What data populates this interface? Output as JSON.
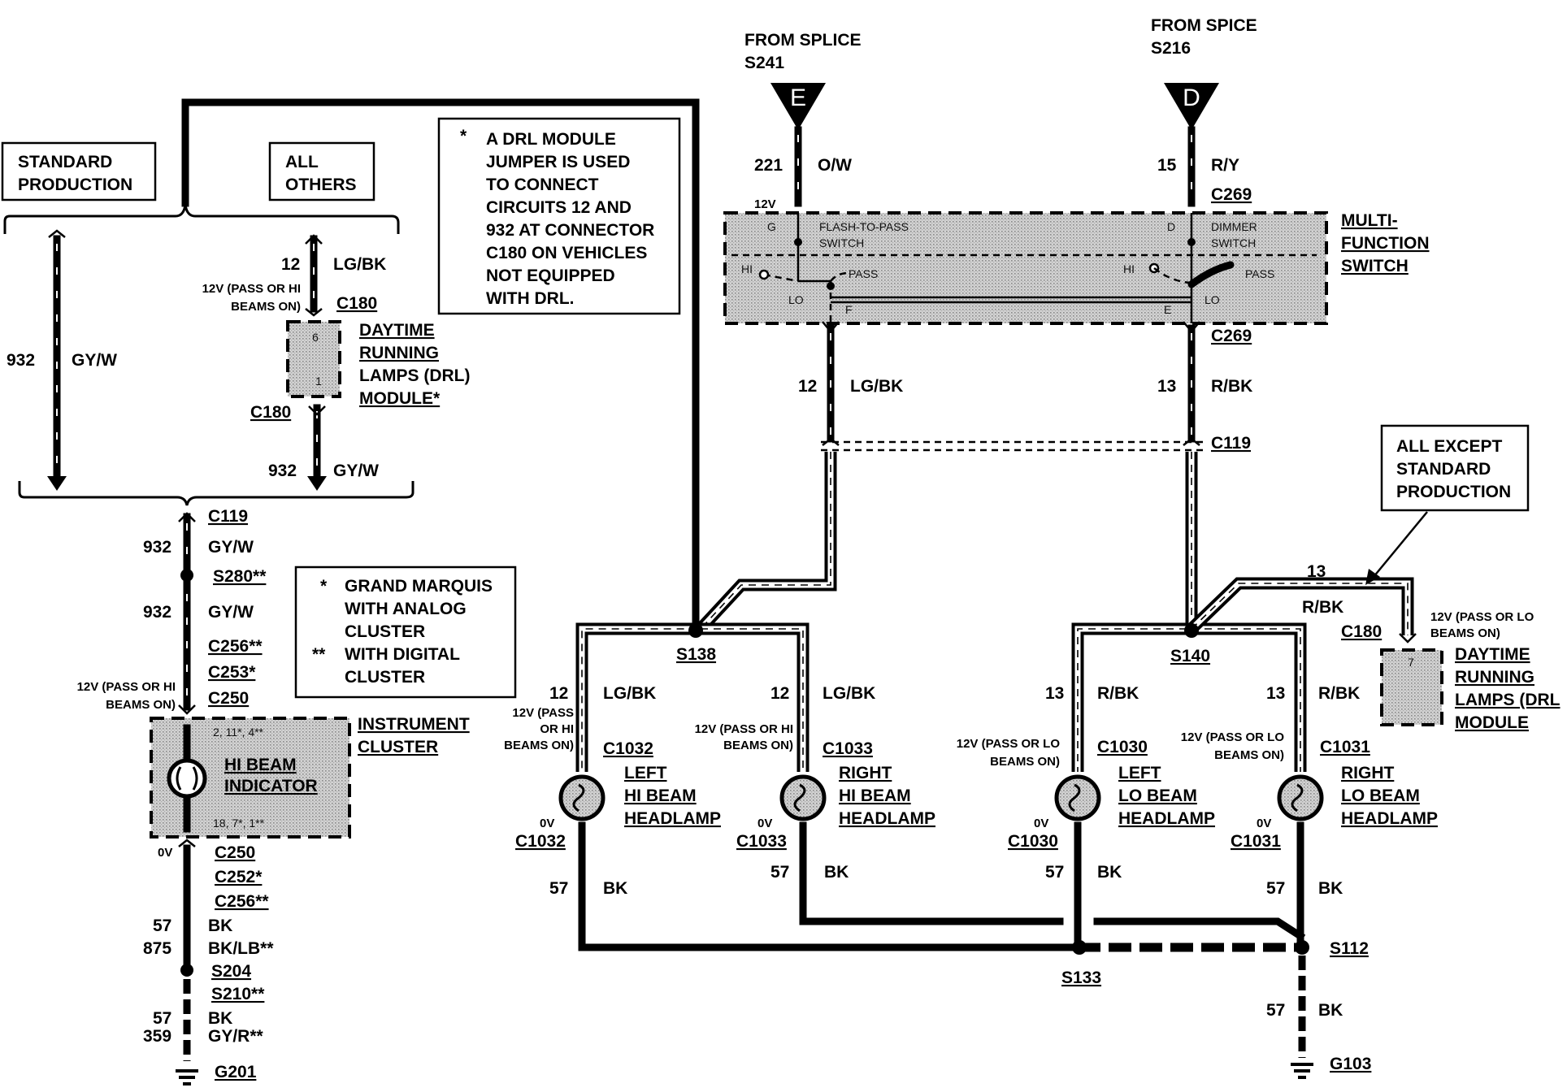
{
  "labels": {
    "standard_production": [
      "STANDARD",
      "PRODUCTION"
    ],
    "all_others": [
      "ALL",
      "OTHERS"
    ],
    "note_drl": [
      "*",
      "A DRL MODULE",
      "JUMPER IS USED",
      "TO CONNECT",
      "CIRCUITS 12 AND",
      "932 AT CONNECTOR",
      "C180 ON VEHICLES",
      "NOT EQUIPPED",
      "WITH DRL."
    ],
    "note_cluster": [
      "*",
      "GRAND MARQUIS",
      "WITH ANALOG",
      "CLUSTER",
      "**",
      "WITH DIGITAL",
      "CLUSTER"
    ],
    "all_except": [
      "ALL EXCEPT",
      "STANDARD",
      "PRODUCTION"
    ]
  },
  "sources": {
    "e": {
      "title": [
        "FROM SPLICE",
        "S241"
      ],
      "letter": "E"
    },
    "d": {
      "title": [
        "FROM SPICE",
        "S216"
      ],
      "letter": "D"
    }
  },
  "circuits": {
    "c932_left": {
      "num": "932",
      "color": "GY/W"
    },
    "c12_drl": {
      "num": "12",
      "color": "LG/BK"
    },
    "c932_drl": {
      "num": "932",
      "color": "GY/W"
    },
    "c932_a": {
      "num": "932",
      "color": "GY/W"
    },
    "c932_b": {
      "num": "932",
      "color": "GY/W"
    },
    "c57_cluster": {
      "num": "57",
      "color": "BK"
    },
    "c875": {
      "num": "875",
      "color": "BK/LB**"
    },
    "c57_g201": {
      "num": "57",
      "color": "BK"
    },
    "c359": {
      "num": "359",
      "color": "GY/R**"
    },
    "c221": {
      "num": "221",
      "color": "O/W"
    },
    "c15": {
      "num": "15",
      "color": "R/Y"
    },
    "c12_mfs": {
      "num": "12",
      "color": "LG/BK"
    },
    "c13_mfs": {
      "num": "13",
      "color": "R/BK"
    },
    "c12_lhi": {
      "num": "12",
      "color": "LG/BK"
    },
    "c12_rhi": {
      "num": "12",
      "color": "LG/BK"
    },
    "c13_llo": {
      "num": "13",
      "color": "R/BK"
    },
    "c13_rlo": {
      "num": "13",
      "color": "R/BK"
    },
    "c13_drl": {
      "num": "13",
      "color": "R/BK"
    },
    "c57_lhi": {
      "num": "57",
      "color": "BK"
    },
    "c57_rhi": {
      "num": "57",
      "color": "BK"
    },
    "c57_llo": {
      "num": "57",
      "color": "BK"
    },
    "c57_rlo": {
      "num": "57",
      "color": "BK"
    },
    "c57_g103": {
      "num": "57",
      "color": "BK"
    }
  },
  "connectors": {
    "c180_top": "C180",
    "c180_bottom": "C180",
    "c119_left": "C119",
    "s280": "S280**",
    "c256_top": "C256**",
    "c253": "C253*",
    "c250_top": "C250",
    "c250_bottom": "C250",
    "c252": "C252*",
    "c256_bottom": "C256**",
    "s204": "S204",
    "s210": "S210**",
    "g201": "G201",
    "c269_top": "C269",
    "c269_bottom": "C269",
    "c119_right": "C119",
    "s138": "S138",
    "s140": "S140",
    "c180_right": "C180",
    "c1032_top": "C1032",
    "c1033_top": "C1033",
    "c1030_top": "C1030",
    "c1031_top": "C1031",
    "c1032_bottom": "C1032",
    "c1033_bottom": "C1033",
    "c1030_bottom": "C1030",
    "c1031_bottom": "C1031",
    "s133": "S133",
    "s112": "S112",
    "g103": "G103"
  },
  "voltages": {
    "drl_top": [
      "12V (PASS OR HI",
      "BEAMS ON)"
    ],
    "cluster_top": [
      "12V (PASS OR HI",
      "BEAMS ON)"
    ],
    "cluster_bottom": "0V",
    "mfs_12v": "12V",
    "lhi_top": [
      "12V (PASS",
      "OR HI",
      "BEAMS ON)"
    ],
    "rhi_top": [
      "12V (PASS OR HI",
      "BEAMS ON)"
    ],
    "llo_top": [
      "12V (PASS OR LO",
      "BEAMS ON)"
    ],
    "rlo_top": [
      "12V (PASS OR LO",
      "BEAMS ON)"
    ],
    "drl_right": [
      "12V (PASS OR LO",
      "BEAMS ON)"
    ],
    "lhi_bottom": "0V",
    "rhi_bottom": "0V",
    "llo_bottom": "0V",
    "rlo_bottom": "0V"
  },
  "components": {
    "drl_module": {
      "name": [
        "DAYTIME",
        "RUNNING",
        "LAMPS (DRL)",
        "MODULE*"
      ],
      "pin_top": "6",
      "pin_bottom": "1"
    },
    "drl_module_right": {
      "name": [
        "DAYTIME",
        "RUNNING",
        "LAMPS (DRL",
        "MODULE"
      ],
      "pin": "7"
    },
    "instrument_cluster": {
      "name": [
        "INSTRUMENT",
        "CLUSTER"
      ],
      "indicator": [
        "HI BEAM",
        "INDICATOR"
      ],
      "pins_top": "2, 11*, 4**",
      "pins_bottom": "18, 7*, 1**"
    },
    "multifunction_switch": {
      "name": [
        "MULTI-",
        "FUNCTION",
        "SWITCH"
      ],
      "flash_label": [
        "FLASH-TO-PASS",
        "SWITCH"
      ],
      "dimmer_label": [
        "DIMMER",
        "SWITCH"
      ],
      "pins": {
        "g": "G",
        "d": "D",
        "f": "F",
        "e": "E"
      },
      "positions": {
        "hi_left": "HI",
        "lo_left": "LO",
        "pass_left": "PASS",
        "hi_right": "HI",
        "lo_right": "LO",
        "pass_right": "PASS"
      }
    },
    "left_hi": [
      "LEFT",
      "HI BEAM",
      "HEADLAMP"
    ],
    "right_hi": [
      "RIGHT",
      "HI BEAM",
      "HEADLAMP"
    ],
    "left_lo": [
      "LEFT",
      "LO BEAM",
      "HEADLAMP"
    ],
    "right_lo": [
      "RIGHT",
      "LO BEAM",
      "HEADLAMP"
    ]
  }
}
